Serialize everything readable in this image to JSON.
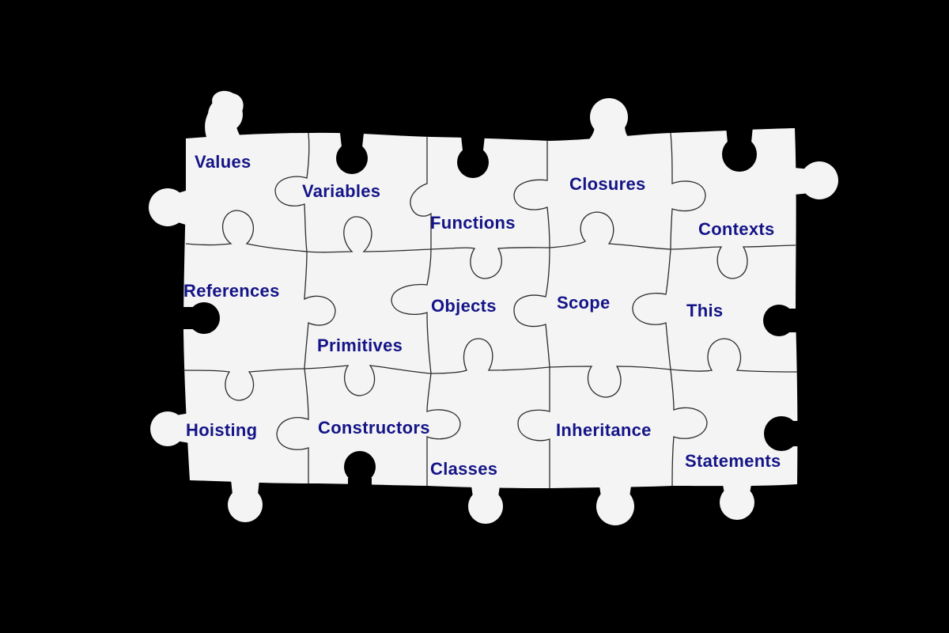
{
  "colors": {
    "background": "#000000",
    "piece": "#f4f4f4",
    "seam": "#2c2c2c",
    "label": "#141488"
  },
  "labels": {
    "values": "Values",
    "variables": "Variables",
    "functions": "Functions",
    "closures": "Closures",
    "contexts": "Contexts",
    "references": "References",
    "objects": "Objects",
    "scope": "Scope",
    "this": "This",
    "primitives": "Primitives",
    "hoisting": "Hoisting",
    "constructors": "Constructors",
    "classes": "Classes",
    "inheritance": "Inheritance",
    "statements": "Statements"
  }
}
